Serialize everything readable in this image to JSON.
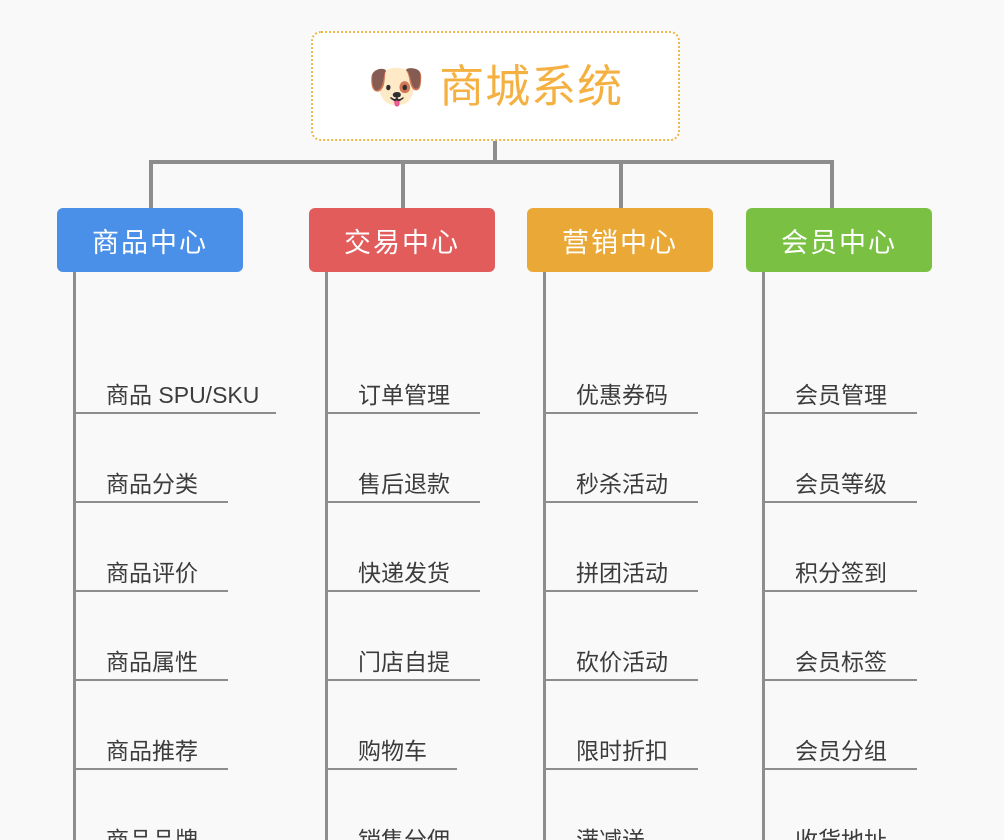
{
  "page": {
    "background_color": "#f9f9f9",
    "line_color": "#8d8d8d"
  },
  "root": {
    "emoji": "🐶",
    "emoji_name": "shiba-dog-face",
    "title": "商城系统",
    "title_color": "#f5b042",
    "border_color": "#f0b74a",
    "background_color": "#ffffff"
  },
  "columns": [
    {
      "id": "product-center",
      "label": "商品中心",
      "color": "#4a90e8",
      "items": [
        {
          "label": "商品 SPU/SKU",
          "rule_width": 200
        },
        {
          "label": "商品分类",
          "rule_width": 152
        },
        {
          "label": "商品评价",
          "rule_width": 152
        },
        {
          "label": "商品属性",
          "rule_width": 152
        },
        {
          "label": "商品推荐",
          "rule_width": 152
        },
        {
          "label": "商品品牌",
          "rule_width": 152
        }
      ]
    },
    {
      "id": "trade-center",
      "label": "交易中心",
      "color": "#e25c5c",
      "items": [
        {
          "label": "订单管理",
          "rule_width": 152
        },
        {
          "label": "售后退款",
          "rule_width": 152
        },
        {
          "label": "快递发货",
          "rule_width": 152
        },
        {
          "label": "门店自提",
          "rule_width": 152
        },
        {
          "label": "购物车",
          "rule_width": 129
        },
        {
          "label": "销售分佣",
          "rule_width": 152
        }
      ]
    },
    {
      "id": "marketing-center",
      "label": "营销中心",
      "color": "#eaa937",
      "items": [
        {
          "label": "优惠券码",
          "rule_width": 152
        },
        {
          "label": "秒杀活动",
          "rule_width": 152
        },
        {
          "label": "拼团活动",
          "rule_width": 152
        },
        {
          "label": "砍价活动",
          "rule_width": 152
        },
        {
          "label": "限时折扣",
          "rule_width": 152
        },
        {
          "label": "满减送",
          "rule_width": 129
        }
      ]
    },
    {
      "id": "member-center",
      "label": "会员中心",
      "color": "#7ac143",
      "items": [
        {
          "label": "会员管理",
          "rule_width": 152
        },
        {
          "label": "会员等级",
          "rule_width": 152
        },
        {
          "label": "积分签到",
          "rule_width": 152
        },
        {
          "label": "会员标签",
          "rule_width": 152
        },
        {
          "label": "会员分组",
          "rule_width": 152
        },
        {
          "label": "收货地址",
          "rule_width": 152
        }
      ]
    }
  ]
}
